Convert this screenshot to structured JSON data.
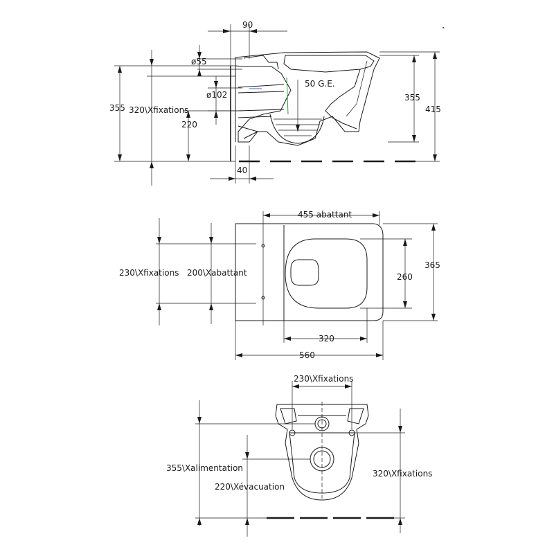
{
  "side_view": {
    "dim_top": "90",
    "dim_pipe_top": "ø55",
    "dim_pipe_mid": "ø102",
    "dim_flush": "50 G.E.",
    "dim_left_outer": "355",
    "dim_left_fix": "320\\Xfixations",
    "dim_left_220": "220",
    "dim_bottom": "40",
    "dim_right_355": "355",
    "dim_right_415": "415"
  },
  "top_view": {
    "dim_seat_length": "455 abattant",
    "dim_fix_230": "230\\Xfixations",
    "dim_seat_200": "200\\Xabattant",
    "dim_bowl_width": "260",
    "dim_total_width": "365",
    "dim_bowl_length": "320",
    "dim_total_length": "560"
  },
  "rear_view": {
    "dim_fix_top": "230\\Xfixations",
    "dim_alimentation": "355\\Xalimentation",
    "dim_evacuation": "220\\Xévacuation",
    "dim_fix_right": "320\\Xfixations"
  }
}
